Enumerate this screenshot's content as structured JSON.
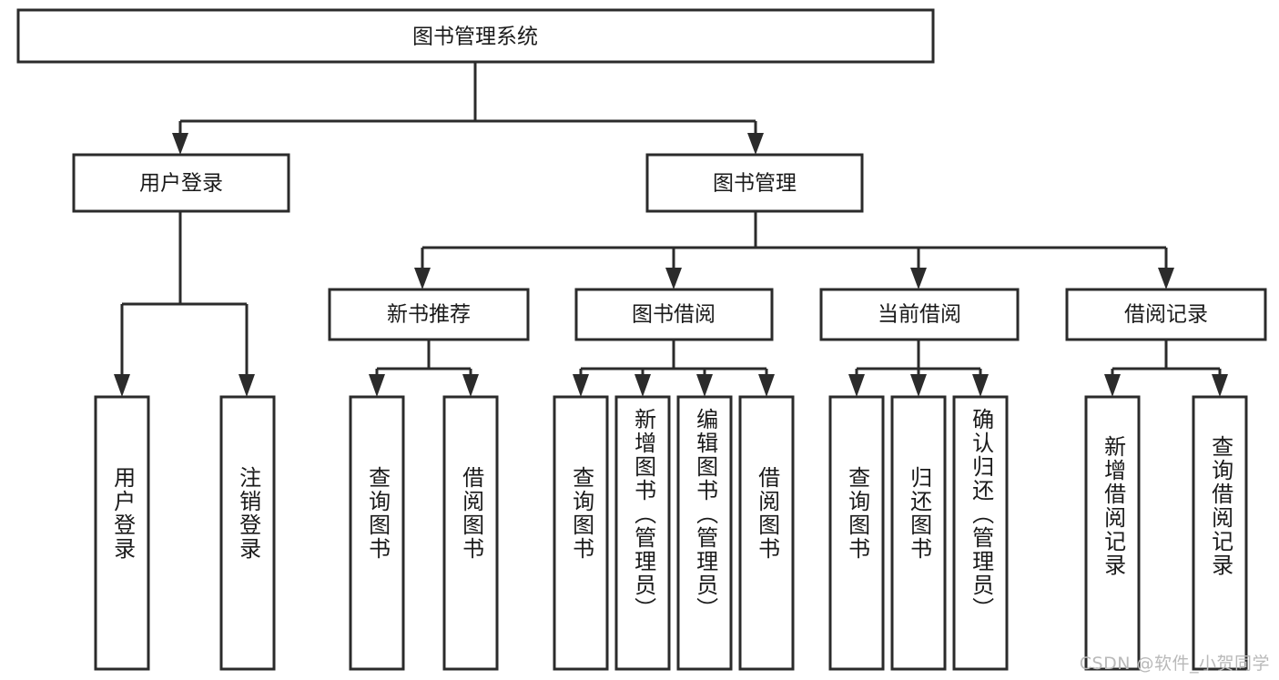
{
  "diagram": {
    "title": "图书管理系统",
    "watermark": "CSDN @软件_小贺同学",
    "accent_color": "#2b2b2b",
    "background_color": "#ffffff"
  },
  "chart_data": {
    "type": "tree-diagram",
    "title": "图书管理系统",
    "root": {
      "label": "图书管理系统",
      "level": 0
    },
    "level1": [
      {
        "label": "用户登录"
      },
      {
        "label": "图书管理"
      }
    ],
    "level2": [
      {
        "label": "新书推荐",
        "parent": "图书管理"
      },
      {
        "label": "图书借阅",
        "parent": "图书管理"
      },
      {
        "label": "当前借阅",
        "parent": "图书管理"
      },
      {
        "label": "借阅记录",
        "parent": "图书管理"
      }
    ],
    "leaves": {
      "用户登录": [
        "用户登录",
        "注销登录"
      ],
      "新书推荐": [
        "查询图书",
        "借阅图书"
      ],
      "图书借阅": [
        "查询图书",
        "新增图书（管理员）",
        "编辑图书（管理员）",
        "借阅图书"
      ],
      "当前借阅": [
        "查询图书",
        "归还图书",
        "确认归还（管理员）"
      ],
      "借阅记录": [
        "新增借阅记录",
        "查询借阅记录"
      ]
    }
  },
  "nodes": {
    "root": {
      "label": "图书管理系统"
    },
    "user_login": {
      "label": "用户登录"
    },
    "book_manage": {
      "label": "图书管理"
    },
    "new_book_rec": {
      "label": "新书推荐"
    },
    "book_borrow": {
      "label": "图书借阅"
    },
    "current_borrow": {
      "label": "当前借阅"
    },
    "borrow_record": {
      "label": "借阅记录"
    }
  },
  "leaves": {
    "l1": {
      "label": "用户登录"
    },
    "l2": {
      "label": "注销登录"
    },
    "l3": {
      "label": "查询图书"
    },
    "l4": {
      "label": "借阅图书"
    },
    "l5": {
      "label": "查询图书"
    },
    "l6": {
      "label": "新增图书（管理员）"
    },
    "l7": {
      "label": "编辑图书（管理员）"
    },
    "l8": {
      "label": "借阅图书"
    },
    "l9": {
      "label": "查询图书"
    },
    "l10": {
      "label": "归还图书"
    },
    "l11": {
      "label": "确认归还（管理员）"
    },
    "l12": {
      "label": "新增借阅记录"
    },
    "l13": {
      "label": "查询借阅记录"
    }
  }
}
